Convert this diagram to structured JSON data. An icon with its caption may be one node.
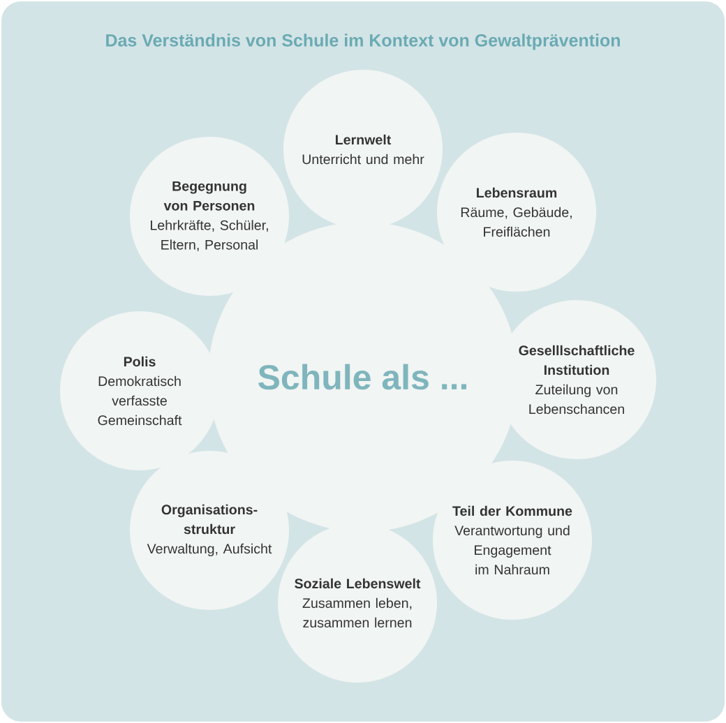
{
  "diagram": {
    "title": "Das Verständnis von Schule im Kontext von Gewaltprävention",
    "nodes": [
      {
        "text": [
          "Schule als ..."
        ]
      },
      {
        "text": [
          "Lernwelt",
          "Unterricht und mehr"
        ]
      },
      {
        "text": [
          "Lebensraum",
          "Räume, Gebäude, Freiflächen"
        ]
      },
      {
        "text": [
          "Geselllschaftliche Institution",
          "Zuteilung von Lebenschancen"
        ]
      },
      {
        "text": [
          "Teil der Kommune",
          "Verantwortung und Engagement im Nahraum"
        ]
      },
      {
        "text": [
          "Soziale Lebenswelt",
          "Zusammen leben, zusammen lernen"
        ]
      },
      {
        "text": [
          "Organisations- struktur",
          "Verwaltung, Aufsicht"
        ]
      },
      {
        "text": [
          "Polis",
          "Demokratisch verfasste Gemeinschaft"
        ]
      },
      {
        "text": [
          "Begegnung von Personen",
          "Lehrkräfte, Schüler, Eltern, Personal"
        ]
      }
    ]
  }
}
